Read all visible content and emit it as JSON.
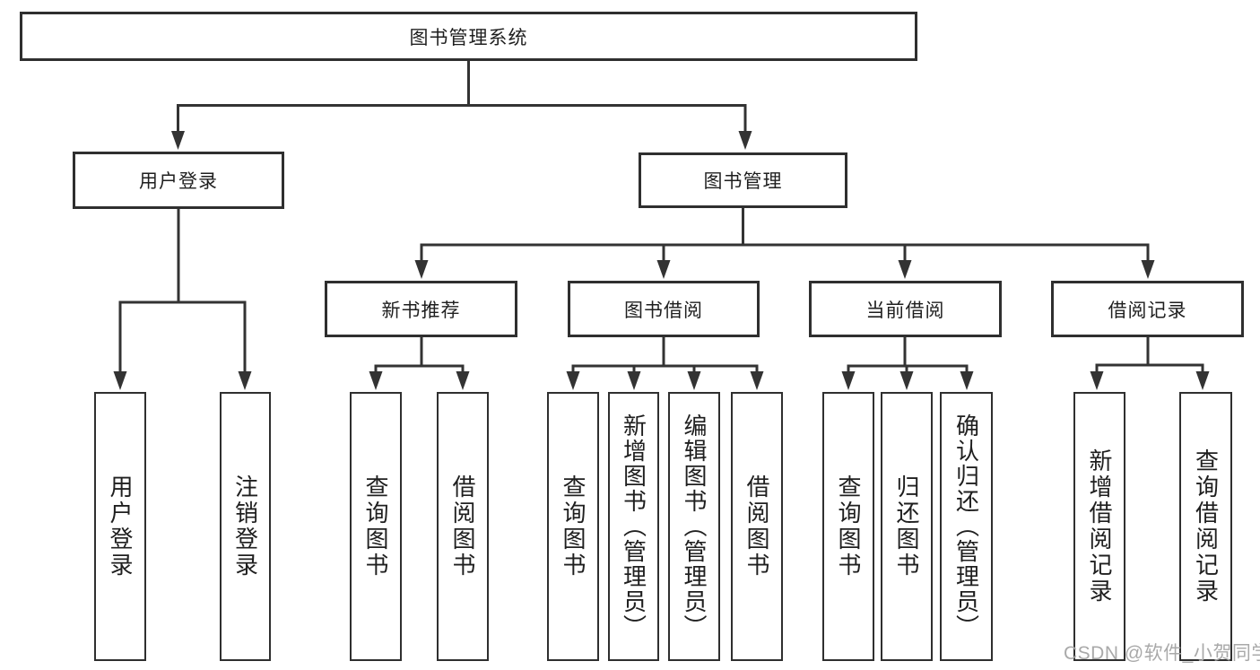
{
  "diagram": {
    "root": {
      "label": "图书管理系统"
    },
    "branches": [
      {
        "label": "用户登录",
        "children": [
          {
            "label": "用户登录"
          },
          {
            "label": "注销登录"
          }
        ]
      },
      {
        "label": "图书管理",
        "children": [
          {
            "label": "新书推荐",
            "children": [
              {
                "label": "查询图书"
              },
              {
                "label": "借阅图书"
              }
            ]
          },
          {
            "label": "图书借阅",
            "children": [
              {
                "label": "查询图书"
              },
              {
                "label": "新增图书（管理员）"
              },
              {
                "label": "编辑图书（管理员）"
              },
              {
                "label": "借阅图书"
              }
            ]
          },
          {
            "label": "当前借阅",
            "children": [
              {
                "label": "查询图书"
              },
              {
                "label": "归还图书"
              },
              {
                "label": "确认归还（管理员）"
              }
            ]
          },
          {
            "label": "借阅记录",
            "children": [
              {
                "label": "新增借阅记录"
              },
              {
                "label": "查询借阅记录"
              }
            ]
          }
        ]
      }
    ]
  },
  "watermark": {
    "text": "CSDN @软件_小贺同学"
  },
  "colors": {
    "background": "#ffffff",
    "line": "#333333",
    "border": "#2f2f2f",
    "text": "#1f1f1f",
    "watermark": "#a5a5a5"
  }
}
